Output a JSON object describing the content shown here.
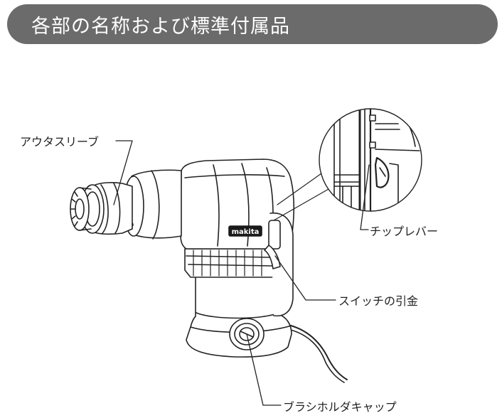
{
  "header": {
    "title": "各部の名称および標準付属品"
  },
  "callouts": {
    "outer_sleeve": "アウタスリーブ",
    "tip_lever": "チップレバー",
    "switch_trigger": "スイッチの引金",
    "brush_holder_cap": "ブラシホルダキャップ"
  },
  "logo_text": "makita",
  "colors": {
    "header_bg": "#6b6b6b",
    "header_text": "#ffffff",
    "line": "#222222"
  }
}
